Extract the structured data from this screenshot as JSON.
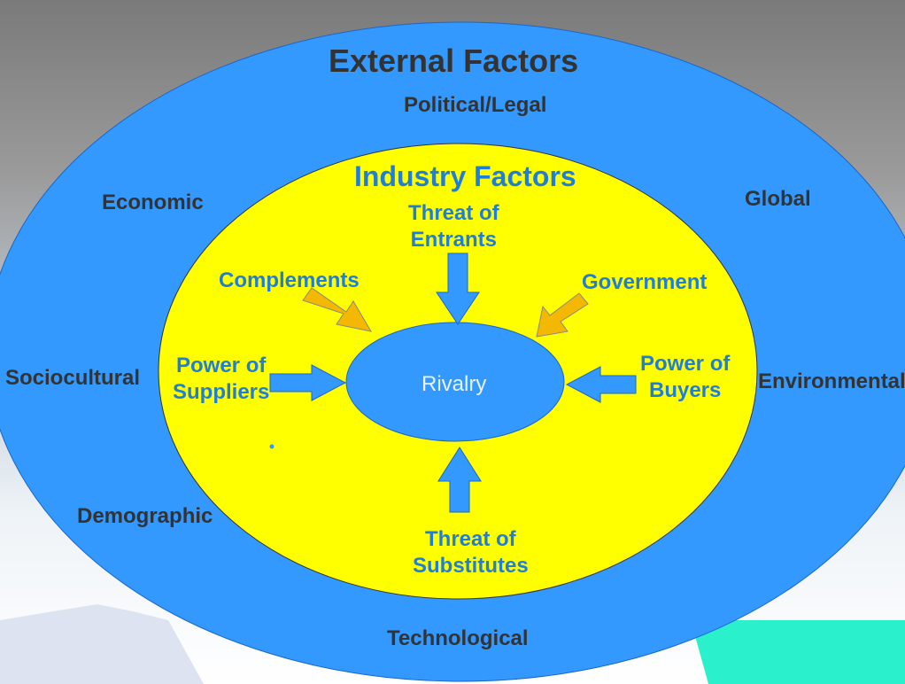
{
  "external": {
    "title": "External Factors",
    "political": "Political/Legal",
    "economic": "Economic",
    "global": "Global",
    "sociocultural": "Sociocultural",
    "environmental": "Environmental",
    "demographic": "Demographic",
    "technological": "Technological"
  },
  "industry": {
    "title": "Industry Factors",
    "entrants_line1": "Threat of",
    "entrants_line2": "Entrants",
    "complements": "Complements",
    "government": "Government",
    "suppliers_line1": "Power of",
    "suppliers_line2": "Suppliers",
    "buyers_line1": "Power of",
    "buyers_line2": "Buyers",
    "substitutes_line1": "Threat of",
    "substitutes_line2": "Substitutes",
    "center": "Rivalry"
  },
  "colors": {
    "outer_ellipse": "#3399ff",
    "inner_ellipse": "#ffff00",
    "arrow_blue": "#3399ff",
    "arrow_orange": "#f5b800",
    "external_text": "#333333",
    "industry_text": "#1f7fd8"
  }
}
